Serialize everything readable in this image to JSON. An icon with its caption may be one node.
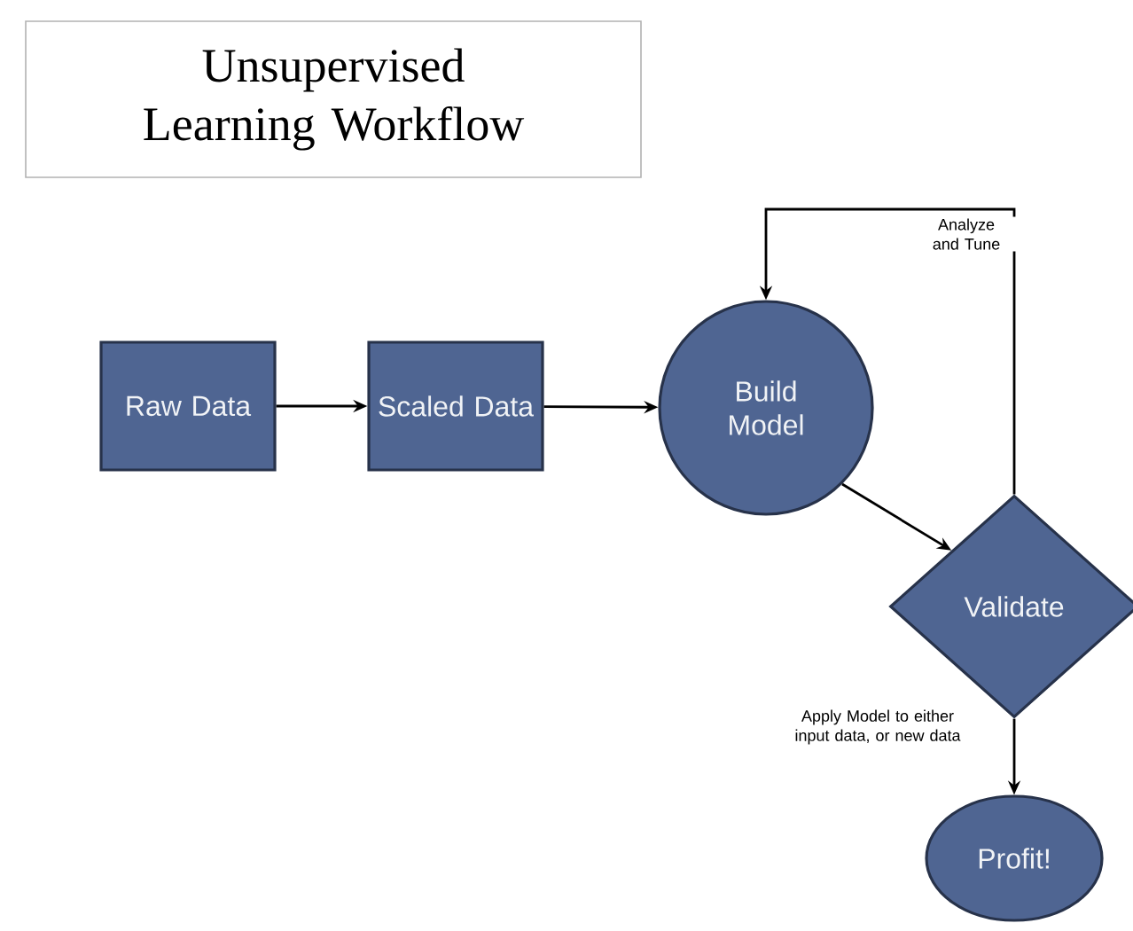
{
  "diagram": {
    "title": "Unsupervised Learning Workflow",
    "nodes": [
      {
        "text": [
          "Raw Data"
        ]
      },
      {
        "text": [
          "Scaled Data"
        ]
      },
      {
        "text": [
          "Build Model"
        ]
      },
      {
        "text": [
          "Validate"
        ]
      },
      {
        "text": [
          "Profit!"
        ]
      }
    ],
    "edges": [
      {
        "from": 0,
        "to": 1,
        "arrow": "to"
      },
      {
        "from": 1,
        "to": 2,
        "arrow": "to"
      },
      {
        "from": 2,
        "to": 3,
        "arrow": "to"
      },
      {
        "from": 3,
        "to": 2,
        "arrow": "to",
        "label": "Analyze and Tune"
      },
      {
        "from": 3,
        "to": 4,
        "arrow": "to",
        "label": "Apply Model to either input data, or new data"
      }
    ]
  }
}
